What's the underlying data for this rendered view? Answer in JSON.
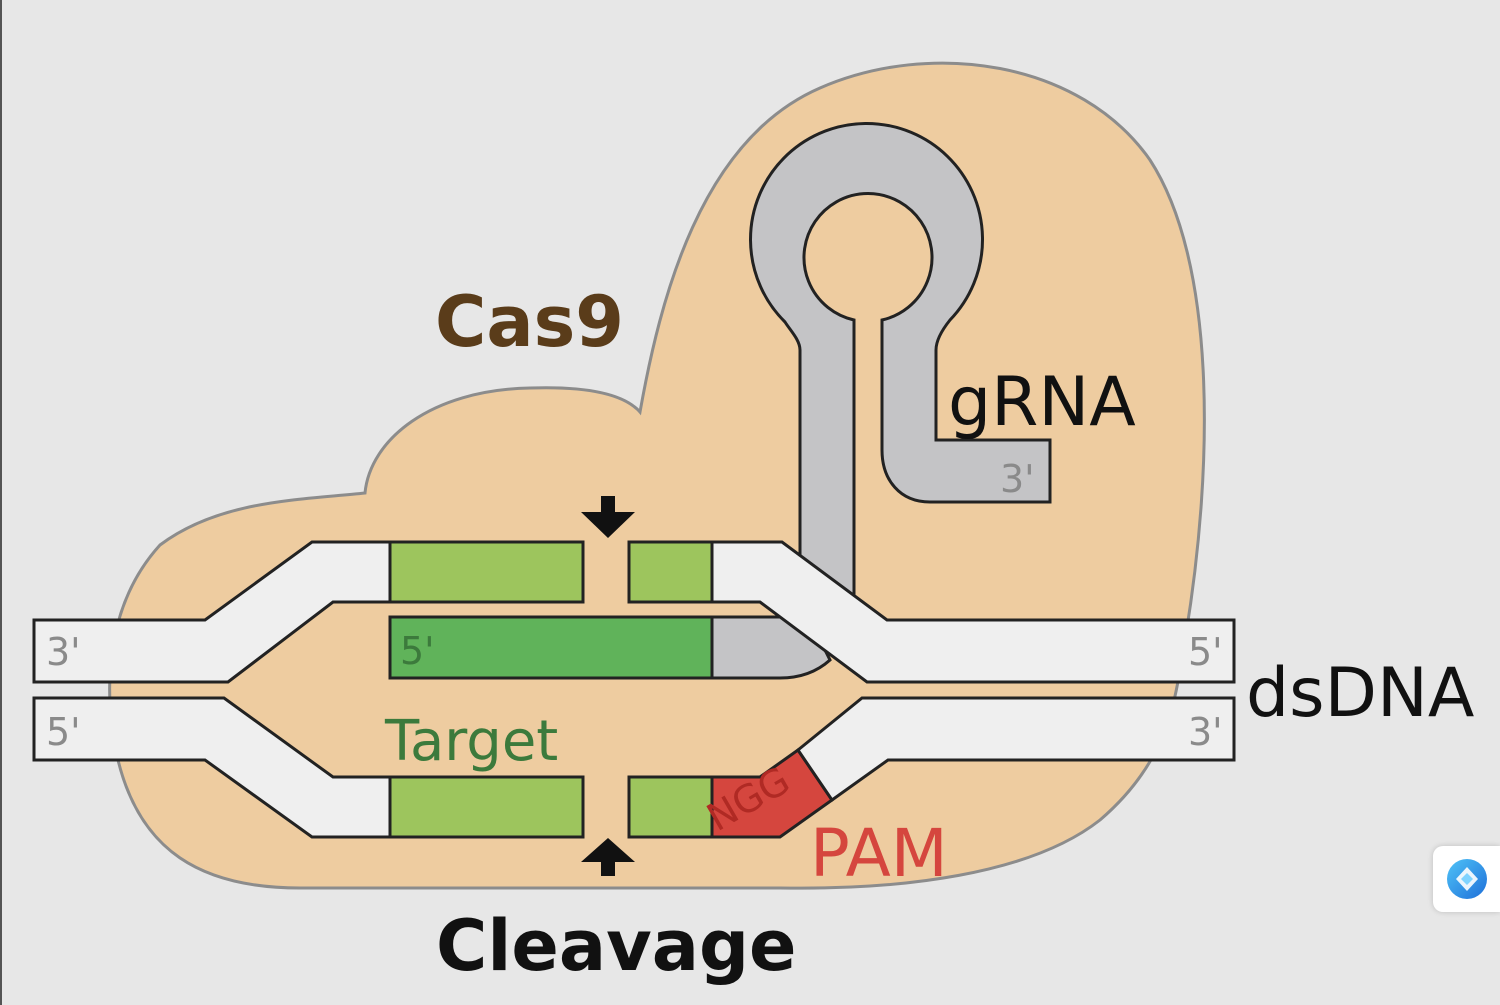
{
  "labels": {
    "cas9": "Cas9",
    "grna": "gRNA",
    "dsdna": "dsDNA",
    "target": "Target",
    "pam": "PAM",
    "cleavage": "Cleavage",
    "pam_sequence": "NGG"
  },
  "ends": {
    "top_left": "3'",
    "bottom_left": "5'",
    "top_right": "5'",
    "bottom_right": "3'",
    "grna_tail": "3'",
    "spacer": "5'"
  },
  "colors": {
    "background": "#e7e7e7",
    "cas9_body": "#eecca0",
    "cas9_outline": "#8c8c8c",
    "cas9_text": "#5a3c1a",
    "dna_strand": "#efefef",
    "target_light": "#9dc55d",
    "target_dark": "#60b35a",
    "target_text": "#3c7a3c",
    "grna": "#c4c4c6",
    "pam": "#d5463e",
    "end_text": "#8a8a8a"
  },
  "icons": {
    "cleavage_top": "arrow-down-icon",
    "cleavage_bottom": "arrow-up-icon",
    "float_button": "assistant-icon"
  }
}
